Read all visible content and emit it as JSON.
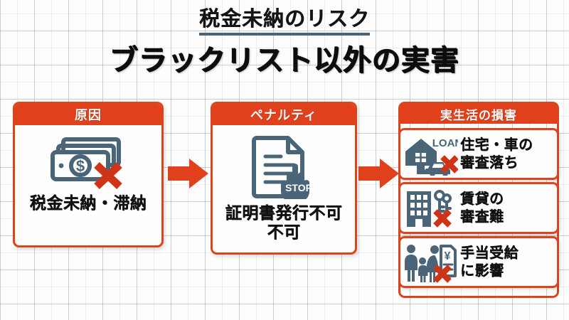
{
  "header": {
    "subtitle": "税金未納のリスク",
    "title": "ブラックリスト以外の実害",
    "underline_color": "#49657a"
  },
  "theme": {
    "accent_red": "#e0411c",
    "border_red": "#d9461e",
    "icon_slate": "#4a6578",
    "x_mark_red": "#cf3418",
    "text_black": "#111111",
    "background": "#fdfdfd",
    "grid_line": "#969ea5"
  },
  "flow": {
    "cause_card": {
      "head": "原因",
      "icon": "money-bills-icon",
      "icon_overlay": "red-x-icon",
      "label": "税金未納・滞納"
    },
    "penalty_card": {
      "head": "ペナルティ",
      "icon": "document-stop-hand-icon",
      "label_line1": "証明書発行不可",
      "label_line2": "不可"
    },
    "damage_panel": {
      "head": "実生活の損害",
      "items": [
        {
          "icon": "house-car-loan-icon",
          "icon_badge": "LOAN",
          "icon_overlay": "red-x-icon",
          "line1": "住宅・車の",
          "line2": "審査落ち"
        },
        {
          "icon": "apartment-keys-icon",
          "icon_overlay": "red-x-icon",
          "line1": "賃貸の",
          "line2": "審査難"
        },
        {
          "icon": "family-yen-document-icon",
          "icon_overlay": "red-x-icon",
          "line1": "手当受給",
          "line2": "に影響"
        }
      ]
    },
    "arrows": [
      {
        "name": "arrow-cause-to-penalty",
        "direction": "right"
      },
      {
        "name": "arrow-penalty-to-damage",
        "direction": "right"
      }
    ]
  }
}
